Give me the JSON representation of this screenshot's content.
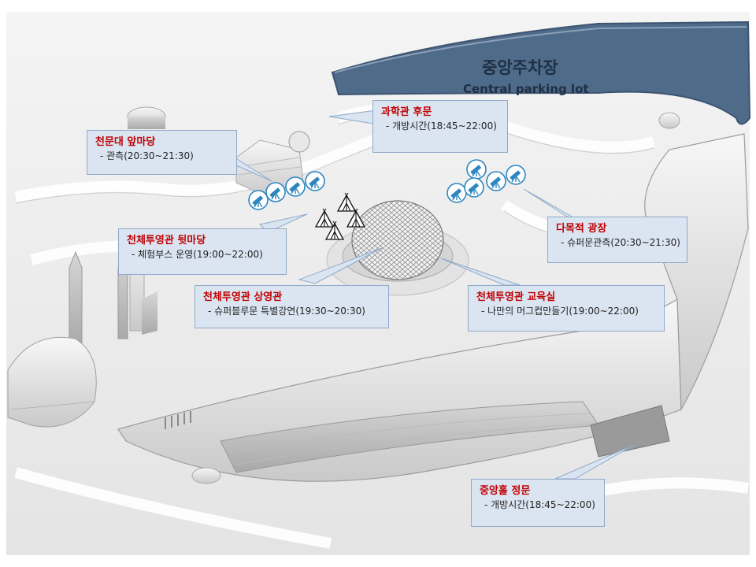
{
  "parking": {
    "title_ko": "중앙주차장",
    "title_en": "Central parking lot",
    "color": "#4f6b8a"
  },
  "callouts": [
    {
      "id": "science-back-gate",
      "title": "과학관 후문",
      "desc": "- 개방시간(18:45~22:00)"
    },
    {
      "id": "observatory-front-yard",
      "title": "천문대 앞마당",
      "desc": "- 관측(20:30~21:30)"
    },
    {
      "id": "planetarium-back-yard",
      "title": "천체투영관 뒷마당",
      "desc": "- 체험부스 운영(19:00~22:00)"
    },
    {
      "id": "planetarium-theater",
      "title": "천체투영관 상영관",
      "desc": "- 슈퍼블루문 특별강연(19:30~20:30)"
    },
    {
      "id": "multipurpose-plaza",
      "title": "다목적 광장",
      "desc": "- 슈퍼문관측(20:30~21:30)"
    },
    {
      "id": "planetarium-classroom",
      "title": "천체투영관 교육실",
      "desc": "- 나만의 머그컵만들기(19:00~22:00)"
    },
    {
      "id": "central-hall-main-gate",
      "title": "중앙홀 정문",
      "desc": "- 개방시간(18:45~22:00)"
    }
  ],
  "icons": {
    "telescope": "telescope-icon",
    "tent": "tent-icon"
  },
  "colors": {
    "callout_bg": "#dbe5f1",
    "callout_border": "#8ea9c9",
    "title": "#c00000",
    "telescope": "#2e86c1"
  }
}
